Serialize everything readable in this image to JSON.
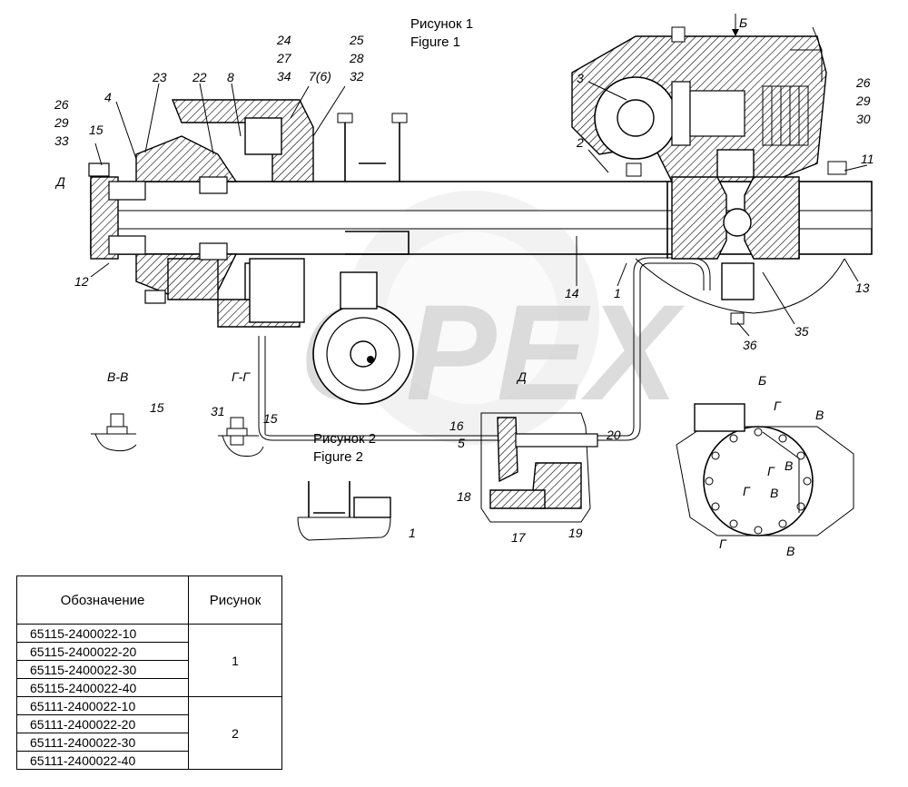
{
  "captions": {
    "figure1_ru": "Рисунок 1",
    "figure1_en": "Figure 1",
    "figure2_ru": "Рисунок 2",
    "figure2_en": "Figure 2"
  },
  "sections": {
    "bb": "В-В",
    "gg": "Г-Г",
    "d": "Д",
    "b": "Б",
    "d_marker": "Д",
    "b_marker": "Б"
  },
  "callouts": {
    "c1": "1",
    "c1b": "1",
    "c2": "2",
    "c3": "3",
    "c4": "4",
    "c5": "5",
    "c7_6": "7(6)",
    "c8": "8",
    "c11": "11",
    "c12": "12",
    "c13": "13",
    "c14": "14",
    "c15a": "15",
    "c15b": "15",
    "c15c": "15",
    "c16": "16",
    "c17": "17",
    "c18": "18",
    "c19": "19",
    "c20": "20",
    "c22": "22",
    "c23": "23",
    "c24": "24",
    "c25": "25",
    "c26a": "26",
    "c26b": "26",
    "c27": "27",
    "c28": "28",
    "c29a": "29",
    "c29b": "29",
    "c30": "30",
    "c31": "31",
    "c32": "32",
    "c33": "33",
    "c34": "34",
    "c35": "35",
    "c36": "36",
    "g1": "Г",
    "g2": "Г",
    "g3": "Г",
    "v1": "В",
    "v2": "В",
    "v3": "В",
    "v4": "В"
  },
  "watermark": "OPEX",
  "table": {
    "header_designation": "Обозначение",
    "header_figure": "Рисунок",
    "codes": [
      "65115-2400022-10",
      "65115-2400022-20",
      "65115-2400022-30",
      "65115-2400022-40",
      "65111-2400022-10",
      "65111-2400022-20",
      "65111-2400022-30",
      "65111-2400022-40"
    ],
    "figure_group1": "1",
    "figure_group2": "2"
  }
}
